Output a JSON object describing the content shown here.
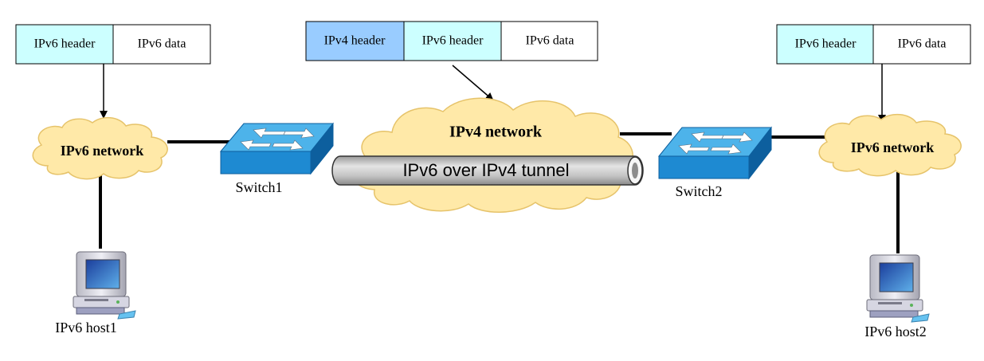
{
  "packets": {
    "left": {
      "cells": [
        {
          "label": "IPv6 header",
          "fill": "#ccffff"
        },
        {
          "label": "IPv6 data",
          "fill": "#ffffff"
        }
      ]
    },
    "middle": {
      "cells": [
        {
          "label": "IPv4 header",
          "fill": "#99ccff"
        },
        {
          "label": "IPv6 header",
          "fill": "#ccffff"
        },
        {
          "label": "IPv6 data",
          "fill": "#ffffff"
        }
      ]
    },
    "right": {
      "cells": [
        {
          "label": "IPv6 header",
          "fill": "#ccffff"
        },
        {
          "label": "IPv6 data",
          "fill": "#ffffff"
        }
      ]
    }
  },
  "clouds": {
    "left": {
      "label": "IPv6 network"
    },
    "middle": {
      "label": "IPv4 network"
    },
    "right": {
      "label": "IPv6 network"
    }
  },
  "tunnel": {
    "label": "IPv6 over IPv4 tunnel"
  },
  "switches": {
    "left": {
      "label": "Switch1"
    },
    "right": {
      "label": "Switch2"
    }
  },
  "hosts": {
    "left": {
      "label": "IPv6 host1"
    },
    "right": {
      "label": "IPv6 host2"
    }
  },
  "colors": {
    "cloud_fill": "#ffe9a8",
    "cloud_stroke": "#e6c36a",
    "switch_top": "#4db3ea",
    "switch_front": "#1e8ad2",
    "switch_side": "#0d5f9e",
    "tunnel_fill": "#c8c8c8",
    "link": "#000000"
  }
}
